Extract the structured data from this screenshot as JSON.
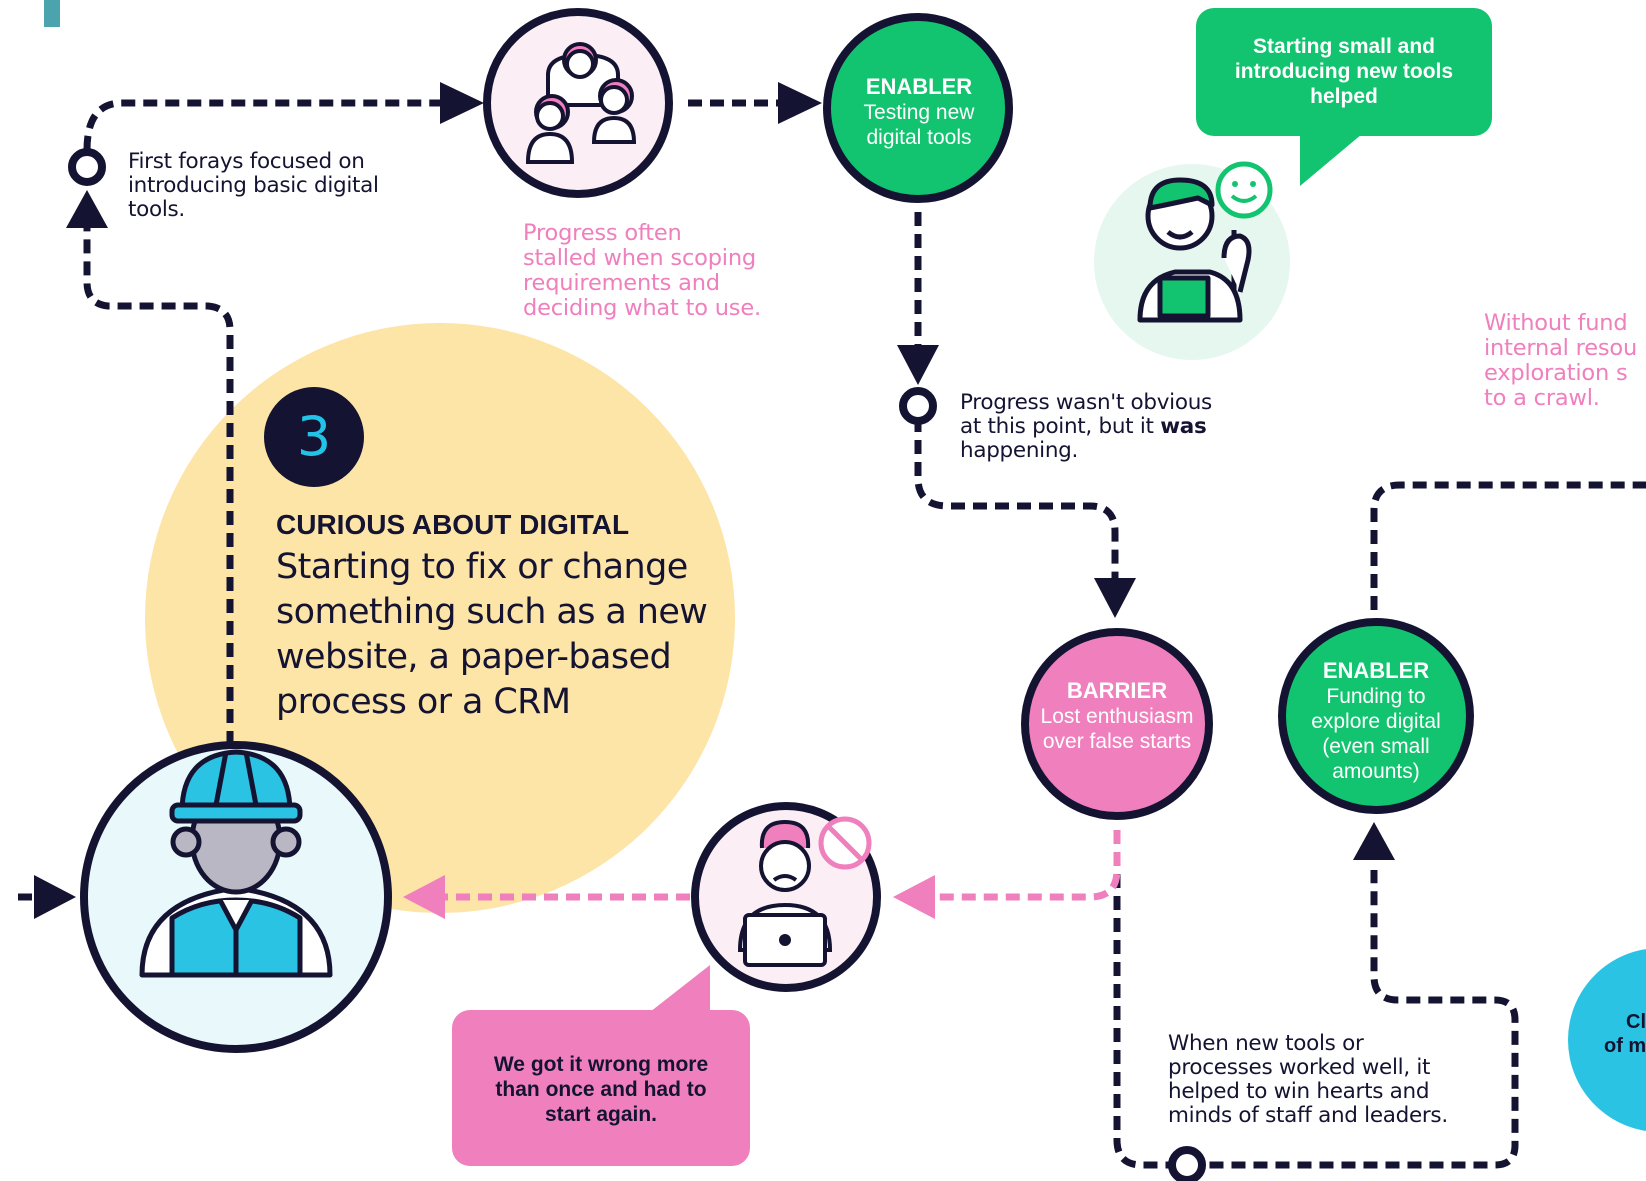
{
  "colors": {
    "navy": "#141432",
    "green": "#12c46f",
    "pink": "#ef7fbd",
    "pink_light": "#fbeef5",
    "yellow": "#fde5a8",
    "cyan": "#2ac3e3",
    "teal_marker": "#4aa3ad"
  },
  "stage": {
    "number": "3",
    "kicker": "CURIOUS ABOUT DIGITAL",
    "title": "Starting to fix or change something such as a new website, a paper-based process or a CRM"
  },
  "nodes": {
    "enabler_testing": {
      "heading": "ENABLER",
      "line1": "Testing new",
      "line2": "digital tools"
    },
    "barrier_enthusiasm": {
      "heading": "BARRIER",
      "line1": "Lost enthusiasm",
      "line2": "over false starts"
    },
    "enabler_funding": {
      "heading": "ENABLER",
      "line1": "Funding to",
      "line2": "explore digital",
      "line3": "(even small",
      "line4": "amounts)"
    }
  },
  "notes": {
    "first_forays": [
      "First forays focused on",
      "introducing basic digital",
      "tools."
    ],
    "progress_obvious": {
      "line1": "Progress wasn't obvious",
      "line2_a": "at this point, but it ",
      "line2_b": "was",
      "line3": "happening."
    },
    "new_tools": [
      "When new tools or",
      "processes worked well, it",
      "helped to win hearts and",
      "minds of staff and leaders."
    ]
  },
  "pink_notes": {
    "progress_stalled": [
      "Progress often",
      "stalled when scoping",
      "requirements and",
      "deciding what to use."
    ],
    "without_funding": [
      "Without fund",
      "internal resou",
      "exploration s",
      "to a crawl."
    ]
  },
  "bubbles": {
    "starting_small": [
      "Starting small and",
      "introducing new tools",
      "helped"
    ],
    "got_it_wrong": [
      "We got it wrong more",
      "than once and had to",
      "start again."
    ]
  },
  "partial_circle": [
    "Cl",
    "of m"
  ],
  "icons": {
    "team": "people-group-icon",
    "happy_reader": "smiling-person-thumbs-up-icon",
    "smiley": "smiley-face-icon",
    "frustrated": "frustrated-person-laptop-icon",
    "no_sign": "prohibited-icon",
    "worker": "construction-worker-icon"
  }
}
